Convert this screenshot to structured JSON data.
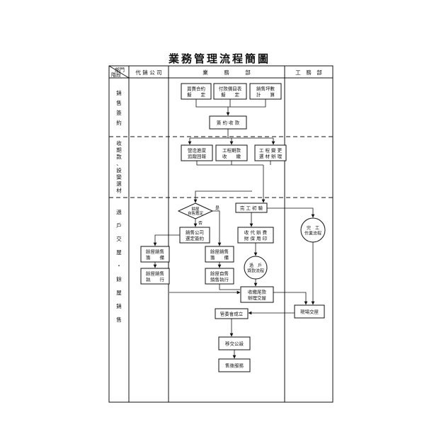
{
  "title": "業務管理流程簡圖",
  "corner": {
    "top": "部門",
    "bottom": "階段"
  },
  "columns": {
    "agency": "代 銷 公 司",
    "business": "業　　　務　　　部",
    "engineering": "工　務　部"
  },
  "stages": {
    "sales_signing": [
      "銷",
      "售",
      "簽",
      "約"
    ],
    "collection": [
      "收",
      "期",
      "款",
      "、",
      "設",
      "變",
      "選",
      "材"
    ],
    "handover": [
      "過",
      "戶",
      "交",
      "屋",
      "・",
      "餘",
      "屋",
      "銷",
      "售"
    ]
  },
  "boxes": {
    "contract_review": [
      "買賣合約",
      "擬　　定"
    ],
    "payment_schedule": [
      "付款價目表",
      "擬　　定"
    ],
    "price_calc": [
      "銷售坪數",
      "計　　算"
    ],
    "signing_collection": [
      "簽 約 收 款"
    ],
    "progress_report": [
      "營造進度",
      "追蹤回報"
    ],
    "installment_collection": [
      "工程期款",
      "收　　繳"
    ],
    "change_material": [
      "工 程 變 更",
      "選 材 辦 理"
    ],
    "completion": [
      "完 工 初 驗"
    ],
    "agency_contract": [
      "銷售公司",
      "選定簽約"
    ],
    "collect_fees": [
      "收 代 辦 費",
      "財 保 用 印"
    ],
    "agency_plan": [
      "餘屋銷售",
      "籌　　備"
    ],
    "business_plan": [
      "餘屋銷售",
      "籌　　備"
    ],
    "agency_exec": [
      "餘屋銷售",
      "執　　行"
    ],
    "business_exec": [
      "餘屋自售",
      "銷售執行"
    ],
    "final_payment": [
      "收繳尾款",
      "辦理交屋"
    ],
    "site_handover": [
      "現場交屋"
    ],
    "committee": [
      "管委會成立"
    ],
    "public_handover": [
      "移交公設"
    ],
    "after_sales": [
      "售後服務"
    ]
  },
  "decision": {
    "question": [
      "餘屋",
      "自售鑑定"
    ],
    "yes": "是",
    "no": "否"
  },
  "circles": {
    "transfer": [
      "過　戶",
      "貸款流程"
    ],
    "completion_prep": [
      "完　工",
      "作業流程"
    ]
  }
}
